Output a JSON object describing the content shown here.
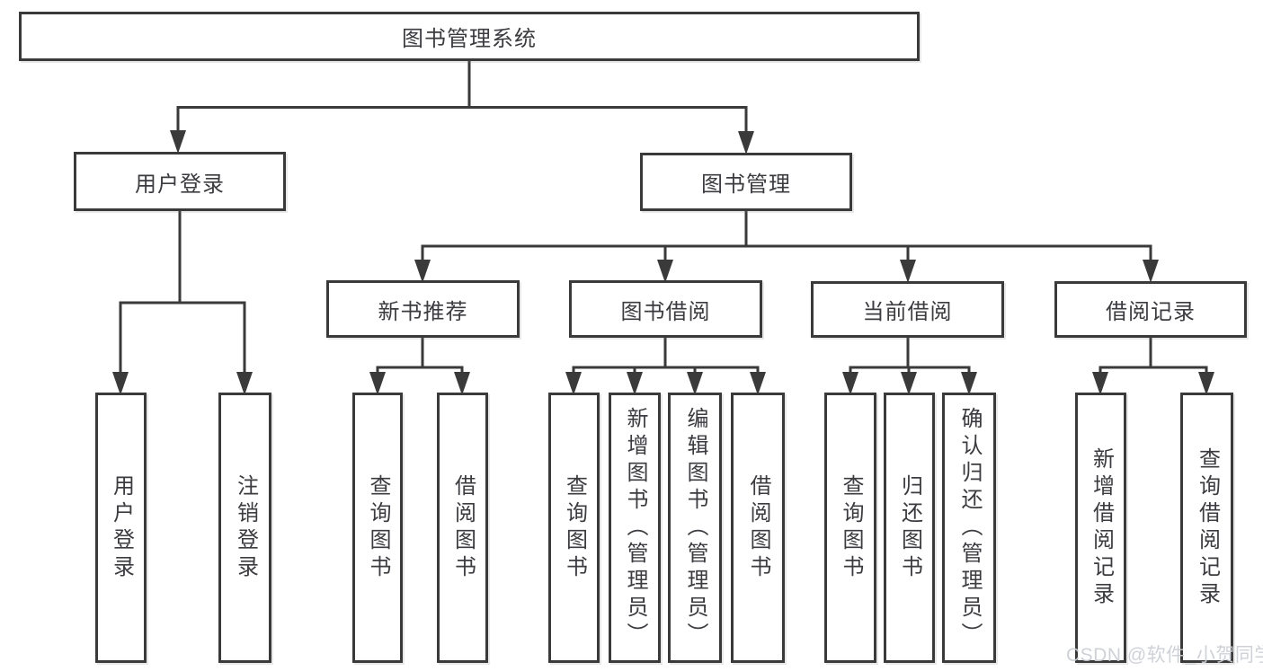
{
  "diagram": {
    "root": {
      "label": "图书管理系统"
    },
    "branches": {
      "user_login": {
        "label": "用户登录",
        "children": {
          "login": {
            "label": "用户登录"
          },
          "logout": {
            "label": "注销登录"
          }
        }
      },
      "book_management": {
        "label": "图书管理",
        "children": {
          "new_book_rec": {
            "label": "新书推荐",
            "children": {
              "query_books": {
                "label": "查询图书"
              },
              "borrow_books": {
                "label": "借阅图书"
              }
            }
          },
          "book_borrow": {
            "label": "图书借阅",
            "children": {
              "query_books": {
                "label": "查询图书"
              },
              "add_books": {
                "label": "新增图书（管理员）"
              },
              "edit_books": {
                "label": "编辑图书（管理员）"
              },
              "borrow_books": {
                "label": "借阅图书"
              }
            }
          },
          "current_borrow": {
            "label": "当前借阅",
            "children": {
              "query_books": {
                "label": "查询图书"
              },
              "return_books": {
                "label": "归还图书"
              },
              "confirm_return": {
                "label": "确认归还（管理员）"
              }
            }
          },
          "borrow_records": {
            "label": "借阅记录",
            "children": {
              "add_record": {
                "label": "新增借阅记录"
              },
              "query_record": {
                "label": "查询借阅记录"
              }
            }
          }
        }
      }
    },
    "line_color": "#3a3a3a",
    "box_background": "#ffffff",
    "text_color": "#3b3b40"
  },
  "watermark": {
    "text": "CSDN @软件_小贺同学",
    "color": "#caced4"
  }
}
